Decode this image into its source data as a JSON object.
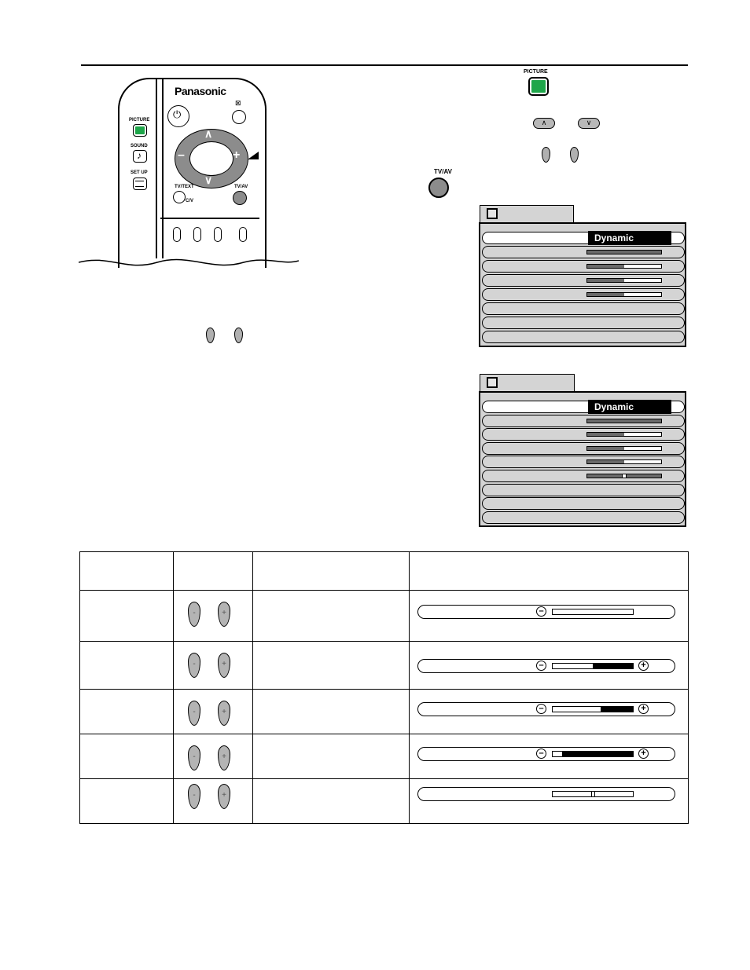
{
  "remote": {
    "brand": "Panasonic",
    "labels": {
      "picture": "PICTURE",
      "sound": "SOUND",
      "setup": "SET UP",
      "tvtext": "TV/TEXT",
      "tvav": "TV/AV",
      "cursor": "C/V"
    },
    "icons": [
      "power-icon",
      "mute-icon",
      "up-arrow-icon",
      "down-arrow-icon",
      "minus-icon",
      "plus-icon",
      "volume-icon",
      "note-icon",
      "setup-icon"
    ]
  },
  "instructions": {
    "picture_button_label": "PICTURE",
    "tvav_button_label": "TV/AV"
  },
  "menu1": {
    "mode_value": "Dynamic",
    "rows": [
      {
        "type": "select",
        "value": "Dynamic"
      },
      {
        "type": "bar",
        "level": 1.0
      },
      {
        "type": "bar",
        "level": 0.5
      },
      {
        "type": "bar",
        "level": 0.5
      },
      {
        "type": "bar",
        "level": 0.5
      },
      {
        "type": "empty"
      },
      {
        "type": "empty"
      },
      {
        "type": "empty"
      }
    ]
  },
  "menu2": {
    "mode_value": "Dynamic",
    "rows": [
      {
        "type": "select",
        "value": "Dynamic"
      },
      {
        "type": "bar",
        "level": 1.0
      },
      {
        "type": "bar",
        "level": 0.5
      },
      {
        "type": "bar",
        "level": 0.5
      },
      {
        "type": "bar",
        "level": 0.5
      },
      {
        "type": "center",
        "level": 0.5
      },
      {
        "type": "empty"
      },
      {
        "type": "empty"
      },
      {
        "type": "empty"
      }
    ]
  },
  "table": {
    "header": [
      "",
      "",
      "",
      ""
    ],
    "rows": [
      {
        "adjust": [
          "-",
          "+"
        ],
        "bar": {
          "minus": true,
          "plus": false,
          "fill": 0.0,
          "style": "plain"
        }
      },
      {
        "adjust": [
          "-",
          "+"
        ],
        "bar": {
          "minus": true,
          "plus": true,
          "fill": 0.5,
          "style": "fill"
        }
      },
      {
        "adjust": [
          "-",
          "+"
        ],
        "bar": {
          "minus": true,
          "plus": true,
          "fill": 0.4,
          "style": "fill"
        }
      },
      {
        "adjust": [
          "-",
          "+"
        ],
        "bar": {
          "minus": true,
          "plus": true,
          "fill": 0.88,
          "style": "fill"
        }
      },
      {
        "adjust": [
          "-",
          "+"
        ],
        "bar": {
          "minus": false,
          "plus": false,
          "fill": 0.5,
          "style": "center"
        }
      }
    ]
  }
}
